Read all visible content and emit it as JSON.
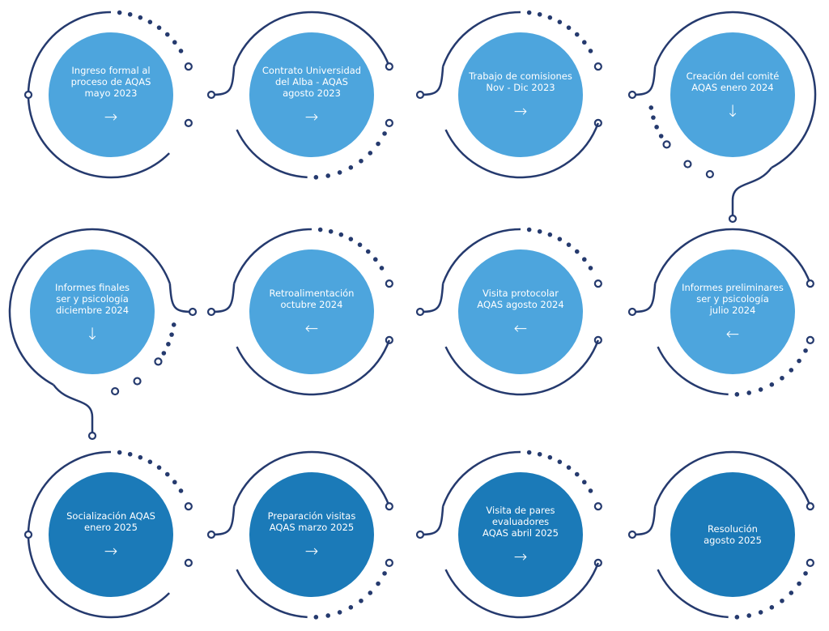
{
  "colors": {
    "light": "#4DA5DD",
    "dark": "#1B7AB8",
    "line": "#253A6E"
  },
  "steps": [
    {
      "label": "Ingreso formal al\nproceso de AQAS\nmayo 2023",
      "arrow": "→",
      "arrow_icon": "arrow-right-icon",
      "tone": "light"
    },
    {
      "label": "Contrato Universidad\ndel Alba - AQAS\nagosto 2023",
      "arrow": "→",
      "arrow_icon": "arrow-right-icon",
      "tone": "light"
    },
    {
      "label": "Trabajo de comisiones\nNov - Dic 2023",
      "arrow": "→",
      "arrow_icon": "arrow-right-icon",
      "tone": "light"
    },
    {
      "label": "Creación del comité\nAQAS enero 2024",
      "arrow": "↓",
      "arrow_icon": "arrow-down-icon",
      "tone": "light"
    },
    {
      "label": "Informes preliminares\nser y psicología\njulio 2024",
      "arrow": "←",
      "arrow_icon": "arrow-left-icon",
      "tone": "light"
    },
    {
      "label": "Visita protocolar\nAQAS agosto 2024",
      "arrow": "←",
      "arrow_icon": "arrow-left-icon",
      "tone": "light"
    },
    {
      "label": "Retroalimentación\noctubre 2024",
      "arrow": "←",
      "arrow_icon": "arrow-left-icon",
      "tone": "light"
    },
    {
      "label": "Informes finales\nser y psicología\ndiciembre 2024",
      "arrow": "↓",
      "arrow_icon": "arrow-down-icon",
      "tone": "light"
    },
    {
      "label": "Socialización AQAS\nenero 2025",
      "arrow": "→",
      "arrow_icon": "arrow-right-icon",
      "tone": "dark"
    },
    {
      "label": "Preparación visitas\nAQAS  marzo 2025",
      "arrow": "→",
      "arrow_icon": "arrow-right-icon",
      "tone": "dark"
    },
    {
      "label": "Visita de pares\nevaluadores\nAQAS  abril 2025",
      "arrow": "→",
      "arrow_icon": "arrow-right-icon",
      "tone": "dark"
    },
    {
      "label": "Resolución\nagosto 2025",
      "arrow": "",
      "arrow_icon": "",
      "tone": "dark"
    }
  ]
}
